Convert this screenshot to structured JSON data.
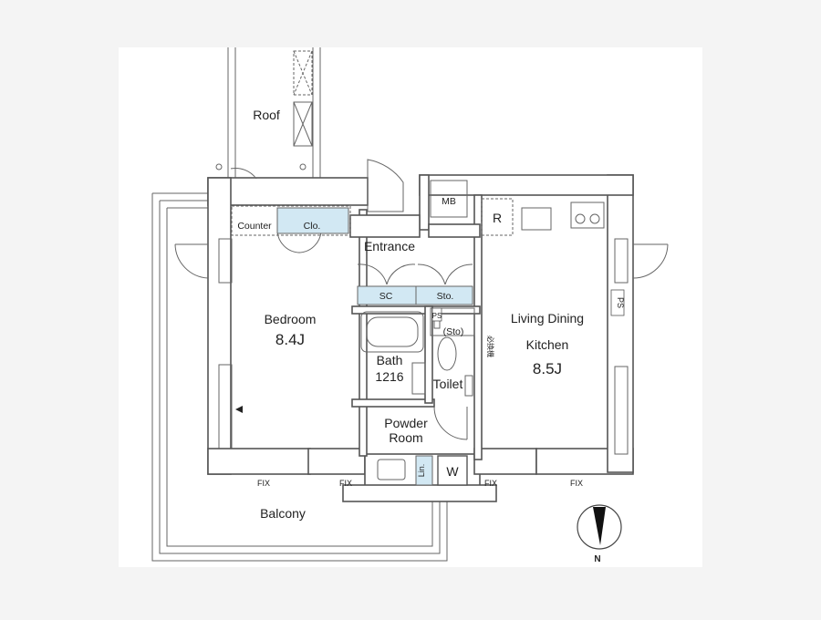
{
  "rooms": {
    "roof": "Roof",
    "bedroom": "Bedroom",
    "bedroom_size": "8.4J",
    "living": "Living Dining",
    "kitchen": "Kitchen",
    "living_size": "8.5J",
    "entrance": "Entrance",
    "bath": "Bath",
    "bath_size": "1216",
    "toilet": "Toilet",
    "powder1": "Powder",
    "powder2": "Room",
    "balcony": "Balcony"
  },
  "fixtures": {
    "counter": "Counter",
    "closet": "Clo.",
    "shoe_closet": "SC",
    "storage": "Sto.",
    "storage_small": "(Sto)",
    "mb": "MB",
    "refrigerator": "R",
    "ps": "PS",
    "ps_right": "PS",
    "linen": "Lin.",
    "washer": "W",
    "fix": "FIX",
    "vertical_note": "必換機"
  },
  "compass": {
    "north": "N"
  },
  "colors": {
    "storage_fill": "#d2e8f3",
    "wall": "#555555",
    "background": "#f4f4f4"
  }
}
